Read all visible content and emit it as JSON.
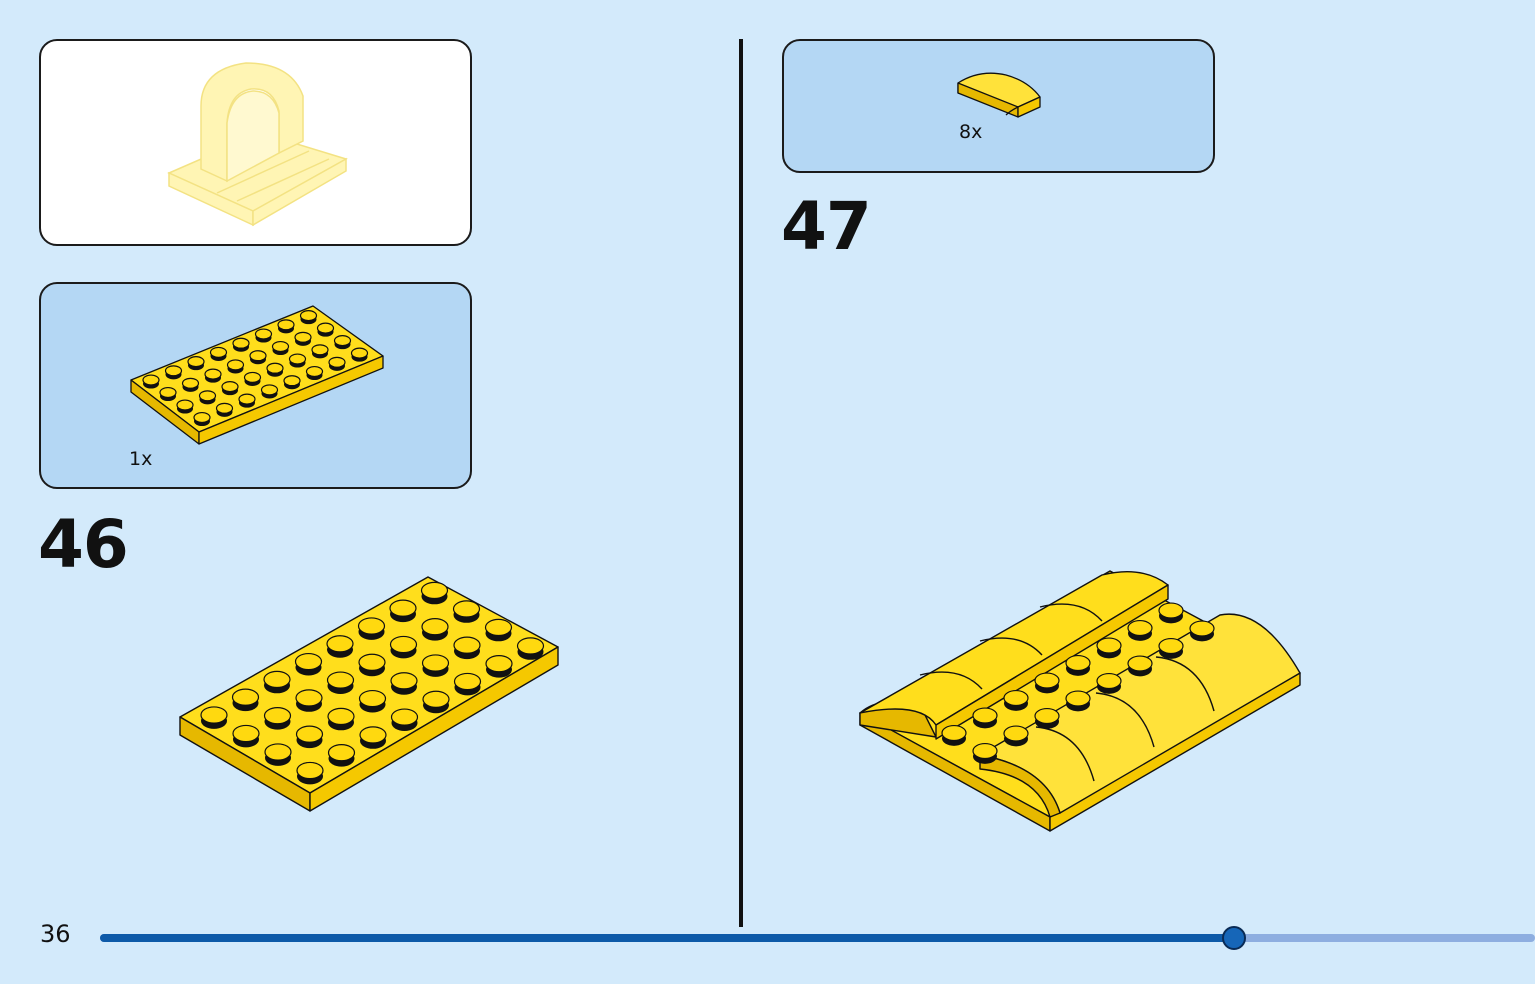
{
  "page_number": "36",
  "progress": {
    "fraction": 0.79
  },
  "steps": [
    {
      "number": "46",
      "parts_qty": "1x",
      "part_name": "yellow-4x8-plate-icon"
    },
    {
      "number": "47",
      "parts_qty": "8x",
      "part_name": "yellow-curved-slope-icon"
    }
  ],
  "colors": {
    "background": "#d3eafb",
    "parts_box": "#b4d7f4",
    "brick_yellow": "#ffd90f",
    "progress_fill": "#0d5aa8",
    "progress_track": "#8eaee0"
  }
}
